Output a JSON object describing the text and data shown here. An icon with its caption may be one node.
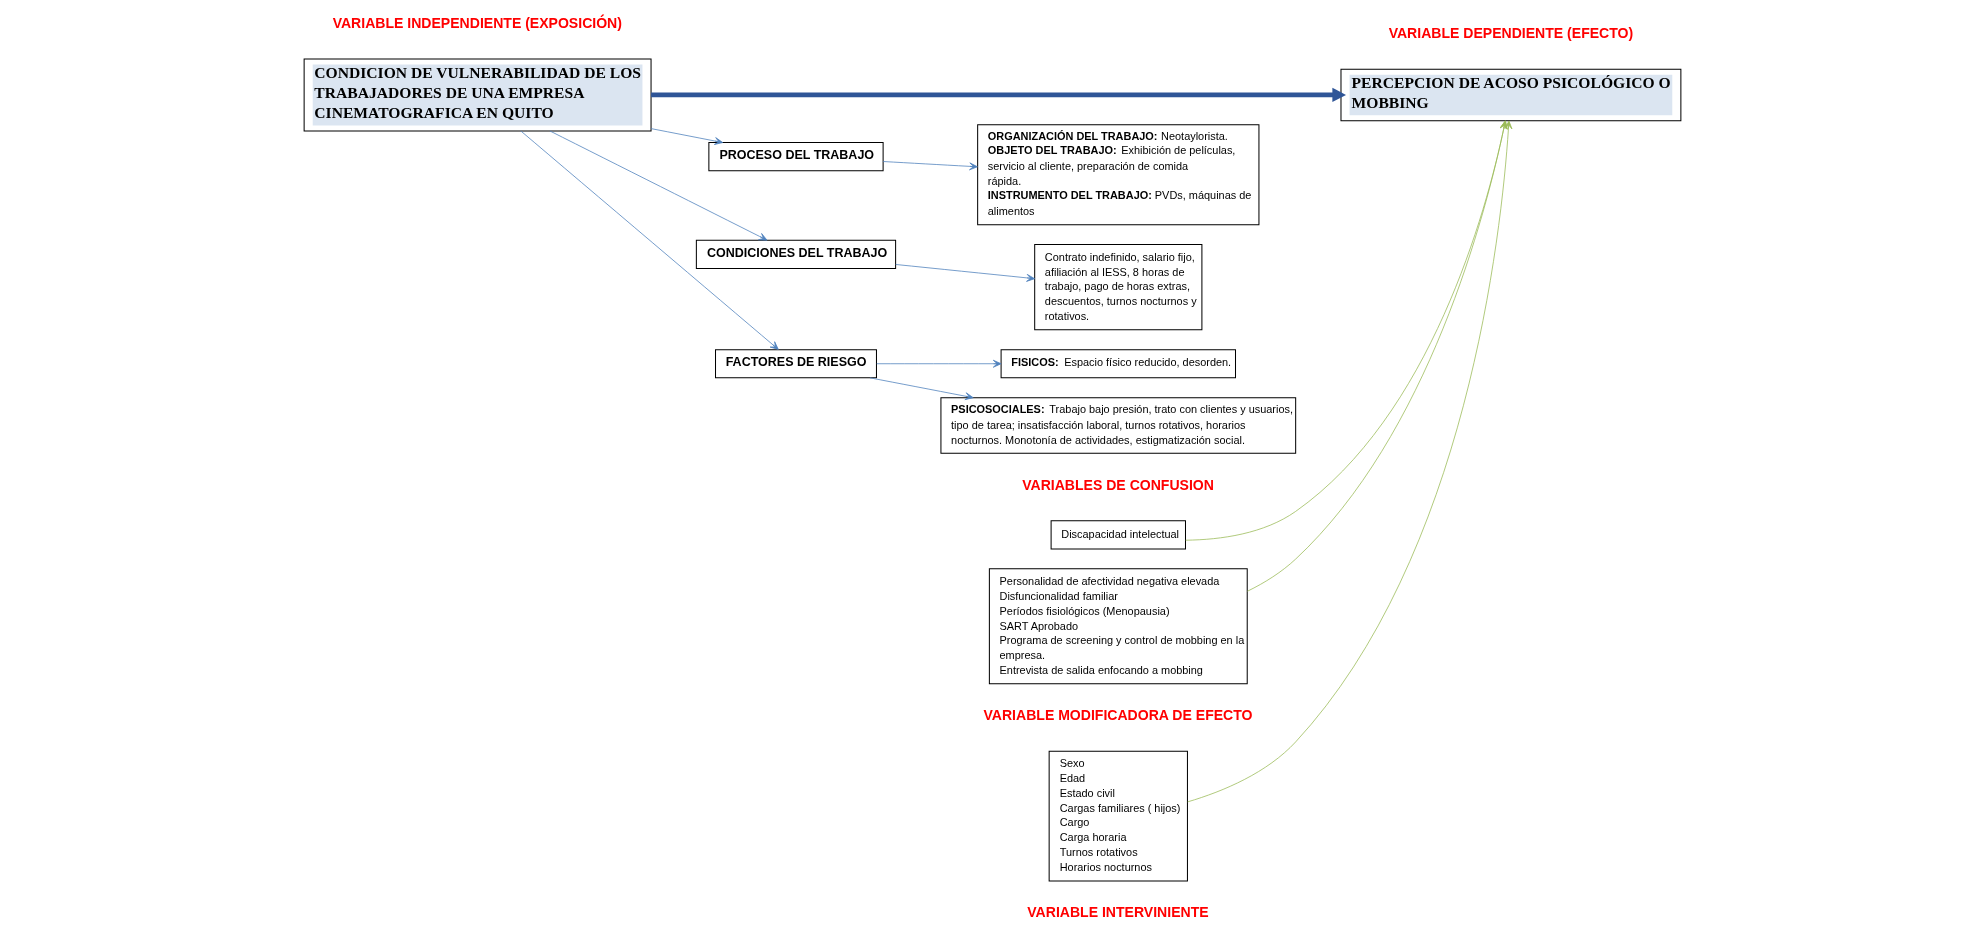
{
  "diagram": {
    "nodes": [
      {
        "text": [
          "CONDICION DE VULNERABILIDAD DE LOS TRABAJADORES DE UNA EMPRESA CINEMATOGRAFICA EN QUITO"
        ]
      },
      {
        "text": [
          "Discapacidad intelectual"
        ]
      },
      {
        "text": [
          "PERCEPCION DE ACOSO PSICOLÓGICO O MOBBING"
        ]
      },
      {
        "text": [
          "PROCESO DEL TRABAJO"
        ]
      },
      {
        "text": [
          "**ORGANIZACIÓN DEL TRABAJO:** Neotaylorista.",
          "**OBJETO DEL TRABAJO:** Exhibición de películas, servicio al cliente, preparación de comida rápida.",
          "**INSTRUMENTO DEL TRABAJO:** PVDs, máquinas de alimentos"
        ]
      },
      {
        "text": [
          "CONDICIONES DEL TRABAJO"
        ]
      },
      {
        "text": [
          "Contrato indefinido, salario fijo, afiliación al IESS, 8 horas de trabajo, pago de horas extras, descuentos, turnos nocturnos y rotativos."
        ]
      },
      {
        "text": [
          "FACTORES DE RIESGO"
        ]
      },
      {
        "text": [
          "**FISICOS:** Espacio físico reducido, desorden."
        ]
      },
      {
        "text": [
          "**PSICOSOCIALES:** Trabajo bajo presión, trato con clientes y usuarios, tipo de tarea; insatisfacción laboral, turnos rotativos, horarios nocturnos. Monotonía de actividades, estigmatización social."
        ]
      },
      {
        "text": [
          "Personalidad de afectividad negativa elevada",
          "Disfuncionalidad familiar",
          "Períodos fisiológicos (Menopausia)",
          "SART Aprobado",
          "Programa de screening y control de mobbing en la empresa.",
          "Entrevista de salida enfocando a mobbing"
        ]
      },
      {
        "text": [
          "Sexo",
          "Edad",
          "Estado civil",
          "Cargas familiares ( hijos)",
          "Cargo",
          "Carga horaria",
          "Turnos rotativos",
          "Horarios nocturnos"
        ]
      }
    ],
    "edges": [
      {
        "from": 0,
        "to": 2,
        "arrow": "to",
        "style": "thick",
        "color": "#2f5597"
      },
      {
        "from": 1,
        "to": 2,
        "arrow": "to",
        "color": "#9bbb59"
      },
      {
        "from": 10,
        "to": 2,
        "arrow": "to",
        "color": "#9bbb59"
      },
      {
        "from": 11,
        "to": 2,
        "arrow": "to",
        "color": "#9bbb59"
      },
      {
        "from": 0,
        "to": 3,
        "arrow": "to"
      },
      {
        "from": 0,
        "to": 5,
        "arrow": "to"
      },
      {
        "from": 0,
        "to": 7,
        "arrow": "to"
      },
      {
        "from": 3,
        "to": 4,
        "arrow": "to"
      },
      {
        "from": 5,
        "to": 6,
        "arrow": "to"
      },
      {
        "from": 7,
        "to": 8,
        "arrow": "to"
      },
      {
        "from": 7,
        "to": 9,
        "arrow": "to"
      }
    ],
    "labels": [
      "VARIABLES DE CONFUSION",
      "VARIABLE INDEPENDIENTE (EXPOSICIÓN)",
      "VARIABLE DEPENDIENTE (EFECTO)",
      "VARIABLE MODIFICADORA DE EFECTO",
      "VARIABLE INTERVINIENTE"
    ]
  }
}
